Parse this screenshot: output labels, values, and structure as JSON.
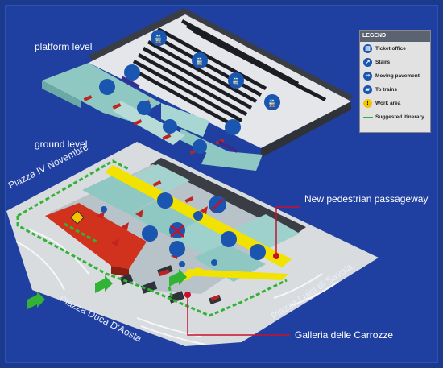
{
  "labels": {
    "platform_level": "platform level",
    "ground_level": "ground level",
    "new_passageway": "New pedestrian passageway",
    "galleria": "Galleria delle Carrozze"
  },
  "streets": {
    "piazza_iv_novembre": "Piazza IV Novembre",
    "piazza_duca": "Piazza Duca D'Aosta",
    "piazza_luigi": "Piazza Luigi di Savoia"
  },
  "legend": {
    "title": "LEGEND",
    "items": [
      {
        "label": "Ticket office",
        "icon": "ticket-office-icon"
      },
      {
        "label": "Stairs",
        "icon": "stairs-icon"
      },
      {
        "label": "Moving pavement",
        "icon": "moving-pavement-icon"
      },
      {
        "label": "To trains",
        "icon": "train-icon"
      },
      {
        "label": "Work area",
        "icon": "work-area-icon"
      },
      {
        "label": "Suggested itinerary",
        "icon": "itinerary-line"
      }
    ]
  },
  "colors": {
    "background": "#1f40a0",
    "itinerary": "#33b335",
    "passageway": "#f2e200",
    "work_area": "#d0321e",
    "icon_blue": "#1a55b0",
    "callout_red": "#c8102e"
  }
}
